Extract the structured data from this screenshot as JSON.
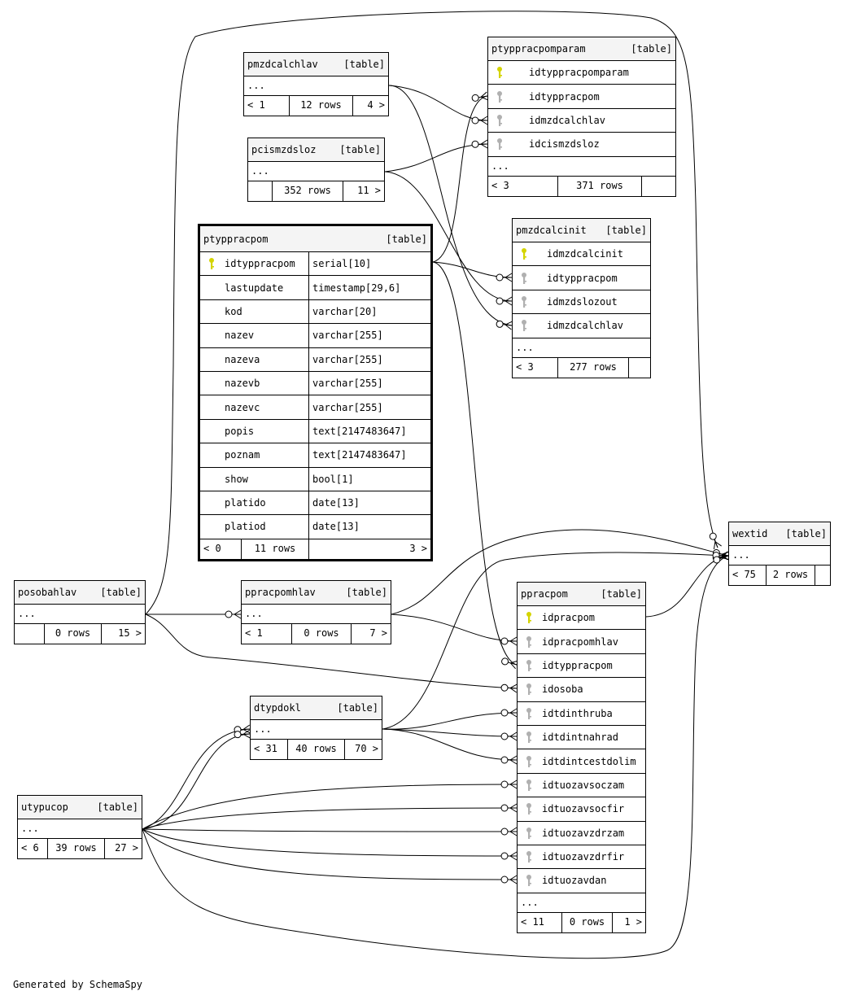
{
  "footer_text": "Generated by SchemaSpy",
  "colors": {
    "pk_key": "#d4d400",
    "fk_key": "#b0b0b0",
    "header_bg": "#f4f4f4"
  },
  "tables": [
    {
      "id": "pmzdcalchlav",
      "name": "pmzdcalchlav",
      "kind": "[table]",
      "columns": [],
      "ellipsis": "...",
      "footer": [
        "< 1",
        "12 rows",
        "4 >"
      ]
    },
    {
      "id": "pcismzdsloz",
      "name": "pcismzdsloz",
      "kind": "[table]",
      "columns": [],
      "ellipsis": "...",
      "footer": [
        "",
        "352 rows",
        "11 >"
      ]
    },
    {
      "id": "ptyppracpom",
      "name": "ptyppracpom",
      "kind": "[table]",
      "columns": [
        {
          "name": "idtyppracpom",
          "type": "serial[10]",
          "key": "pk"
        },
        {
          "name": "lastupdate",
          "type": "timestamp[29,6]",
          "key": ""
        },
        {
          "name": "kod",
          "type": "varchar[20]",
          "key": ""
        },
        {
          "name": "nazev",
          "type": "varchar[255]",
          "key": ""
        },
        {
          "name": "nazeva",
          "type": "varchar[255]",
          "key": ""
        },
        {
          "name": "nazevb",
          "type": "varchar[255]",
          "key": ""
        },
        {
          "name": "nazevc",
          "type": "varchar[255]",
          "key": ""
        },
        {
          "name": "popis",
          "type": "text[2147483647]",
          "key": ""
        },
        {
          "name": "poznam",
          "type": "text[2147483647]",
          "key": ""
        },
        {
          "name": "show",
          "type": "bool[1]",
          "key": ""
        },
        {
          "name": "platido",
          "type": "date[13]",
          "key": ""
        },
        {
          "name": "platiod",
          "type": "date[13]",
          "key": ""
        }
      ],
      "footer": [
        "< 0",
        "11 rows",
        "3 >"
      ]
    },
    {
      "id": "ptyppracpomparam",
      "name": "ptyppracpomparam",
      "kind": "[table]",
      "columns": [
        {
          "name": "idtyppracpomparam",
          "key": "pk"
        },
        {
          "name": "idtyppracpom",
          "key": "fk"
        },
        {
          "name": "idmzdcalchlav",
          "key": "fk"
        },
        {
          "name": "idcismzdsloz",
          "key": "fk"
        }
      ],
      "ellipsis": "...",
      "footer": [
        "< 3",
        "371 rows",
        ""
      ]
    },
    {
      "id": "pmzdcalcinit",
      "name": "pmzdcalcinit",
      "kind": "[table]",
      "columns": [
        {
          "name": "idmzdcalcinit",
          "key": "pk"
        },
        {
          "name": "idtyppracpom",
          "key": "fk"
        },
        {
          "name": "idmzdslozout",
          "key": "fk"
        },
        {
          "name": "idmzdcalchlav",
          "key": "fk"
        }
      ],
      "ellipsis": "...",
      "footer": [
        "< 3",
        "277 rows",
        ""
      ]
    },
    {
      "id": "wextid",
      "name": "wextid",
      "kind": "[table]",
      "columns": [],
      "ellipsis": "...",
      "footer": [
        "< 75",
        "2 rows",
        ""
      ]
    },
    {
      "id": "posobahlav",
      "name": "posobahlav",
      "kind": "[table]",
      "columns": [],
      "ellipsis": "...",
      "footer": [
        "",
        "0 rows",
        "15 >"
      ]
    },
    {
      "id": "ppracpomhlav",
      "name": "ppracpomhlav",
      "kind": "[table]",
      "columns": [],
      "ellipsis": "...",
      "footer": [
        "< 1",
        "0 rows",
        "7 >"
      ]
    },
    {
      "id": "ppracpom",
      "name": "ppracpom",
      "kind": "[table]",
      "columns": [
        {
          "name": "idpracpom",
          "key": "pk"
        },
        {
          "name": "idpracpomhlav",
          "key": "fk"
        },
        {
          "name": "idtyppracpom",
          "key": "fk"
        },
        {
          "name": "idosoba",
          "key": "fk"
        },
        {
          "name": "idtdinthruba",
          "key": "fk"
        },
        {
          "name": "idtdintnahrad",
          "key": "fk"
        },
        {
          "name": "idtdintcestdolim",
          "key": "fk"
        },
        {
          "name": "idtuozavsoczam",
          "key": "fk"
        },
        {
          "name": "idtuozavsocfir",
          "key": "fk"
        },
        {
          "name": "idtuozavzdrzam",
          "key": "fk"
        },
        {
          "name": "idtuozavzdrfir",
          "key": "fk"
        },
        {
          "name": "idtuozavdan",
          "key": "fk"
        }
      ],
      "ellipsis": "...",
      "footer": [
        "< 11",
        "0 rows",
        "1 >"
      ]
    },
    {
      "id": "dtypdokl",
      "name": "dtypdokl",
      "kind": "[table]",
      "columns": [],
      "ellipsis": "...",
      "footer": [
        "< 31",
        "40 rows",
        "70 >"
      ]
    },
    {
      "id": "utypucop",
      "name": "utypucop",
      "kind": "[table]",
      "columns": [],
      "ellipsis": "...",
      "footer": [
        "< 6",
        "39 rows",
        "27 >"
      ]
    }
  ]
}
